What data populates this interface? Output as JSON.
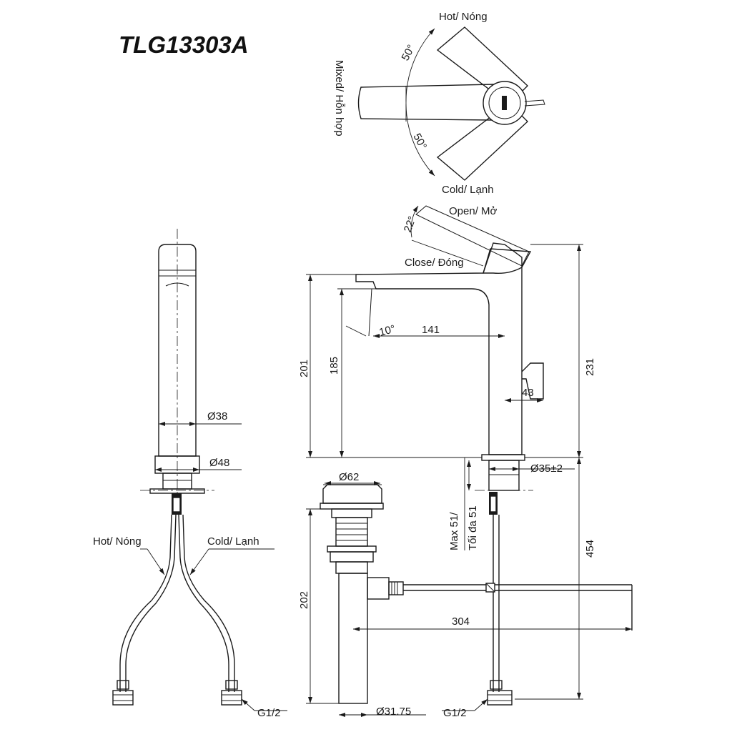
{
  "model": "TLG13303A",
  "top_view": {
    "hot": "Hot/ Nóng",
    "cold": "Cold/ Lạnh",
    "mixed": "Mixed/ Hỗn hợp",
    "angle_hot": "50°",
    "angle_cold": "50°"
  },
  "lever": {
    "open": "Open/ Mở",
    "close": "Close/ Đóng",
    "angle": "22°"
  },
  "front_view": {
    "dia_body": "Ø38",
    "dia_base": "Ø48",
    "hot": "Hot/ Nóng",
    "cold": "Cold/ Lạnh",
    "thread_left": "G1/2"
  },
  "side_view": {
    "h_201": "201",
    "h_185": "185",
    "reach_141": "141",
    "angle_spout": "10°",
    "d_43": "43",
    "h_231": "231",
    "dia_hole": "Ø35±2",
    "max_line1": "Max 51/",
    "max_line2": "Tối đa 51",
    "h_454": "454"
  },
  "drain": {
    "dia_cap": "Ø62",
    "h_202": "202",
    "len_304": "304",
    "dia_pipe": "Ø31.75",
    "thread_right": "G1/2"
  }
}
